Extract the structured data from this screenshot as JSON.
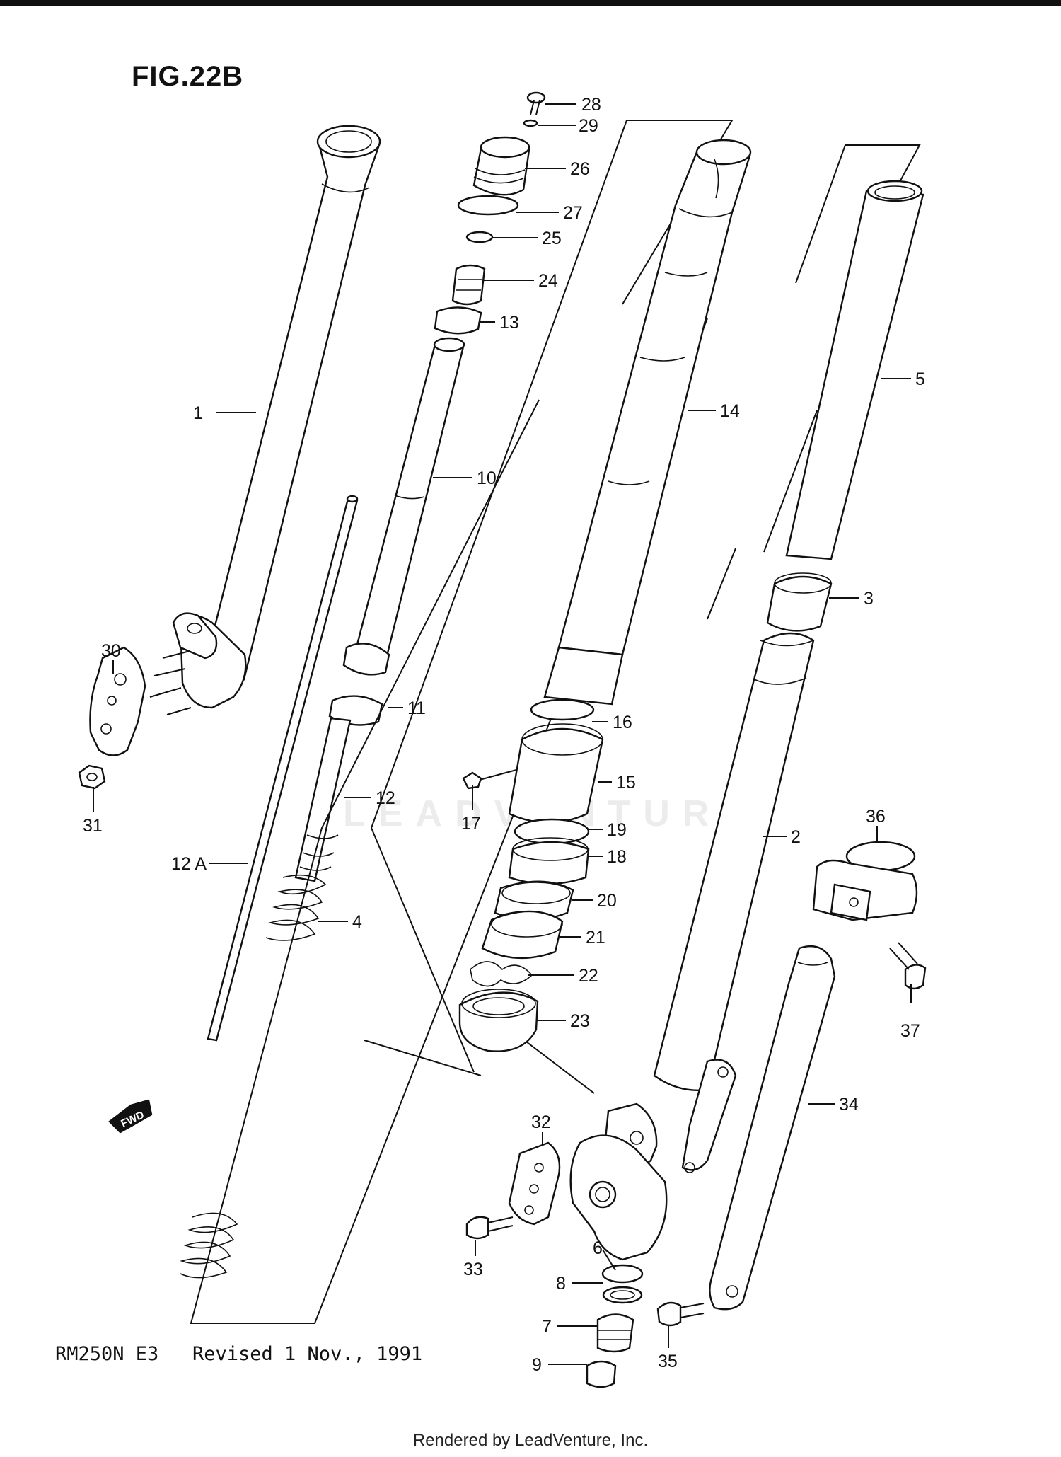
{
  "figure": {
    "title": "FIG.22B",
    "model": "RM250N E3",
    "revision": "Revised 1 Nov., 1991",
    "rendered_by": "Rendered by LeadVenture, Inc.",
    "watermark": "LEADVENTURE",
    "fwd_badge": "FWD"
  },
  "callouts": [
    {
      "id": "28",
      "label": "28"
    },
    {
      "id": "29",
      "label": "29"
    },
    {
      "id": "26",
      "label": "26"
    },
    {
      "id": "27",
      "label": "27"
    },
    {
      "id": "25",
      "label": "25"
    },
    {
      "id": "24",
      "label": "24"
    },
    {
      "id": "13",
      "label": "13"
    },
    {
      "id": "1",
      "label": "1"
    },
    {
      "id": "10",
      "label": "10"
    },
    {
      "id": "14",
      "label": "14"
    },
    {
      "id": "5",
      "label": "5"
    },
    {
      "id": "3",
      "label": "3"
    },
    {
      "id": "30",
      "label": "30"
    },
    {
      "id": "11",
      "label": "11"
    },
    {
      "id": "16",
      "label": "16"
    },
    {
      "id": "15",
      "label": "15"
    },
    {
      "id": "12",
      "label": "12"
    },
    {
      "id": "17",
      "label": "17"
    },
    {
      "id": "19",
      "label": "19"
    },
    {
      "id": "31",
      "label": "31"
    },
    {
      "id": "2",
      "label": "2"
    },
    {
      "id": "36",
      "label": "36"
    },
    {
      "id": "12A",
      "label": "12 A"
    },
    {
      "id": "18",
      "label": "18"
    },
    {
      "id": "20",
      "label": "20"
    },
    {
      "id": "4",
      "label": "4"
    },
    {
      "id": "21",
      "label": "21"
    },
    {
      "id": "22",
      "label": "22"
    },
    {
      "id": "37",
      "label": "37"
    },
    {
      "id": "23",
      "label": "23"
    },
    {
      "id": "34",
      "label": "34"
    },
    {
      "id": "32",
      "label": "32"
    },
    {
      "id": "6",
      "label": "6"
    },
    {
      "id": "33",
      "label": "33"
    },
    {
      "id": "8",
      "label": "8"
    },
    {
      "id": "7",
      "label": "7"
    },
    {
      "id": "35",
      "label": "35"
    },
    {
      "id": "9",
      "label": "9"
    }
  ]
}
